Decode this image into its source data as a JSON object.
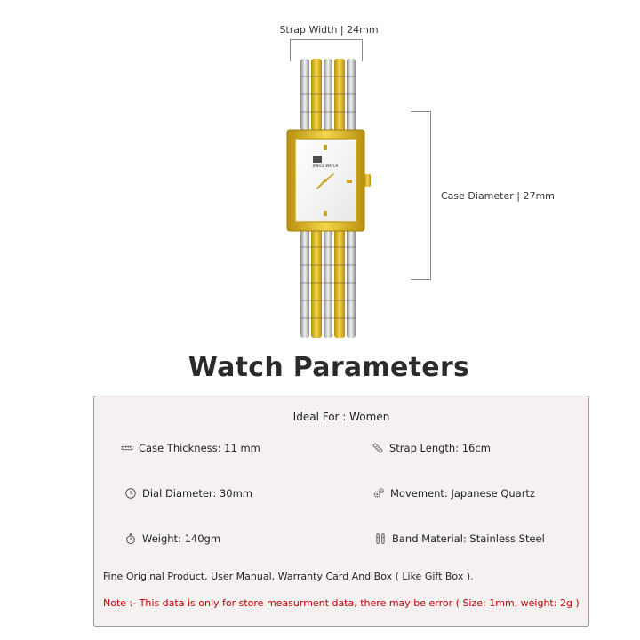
{
  "dimensions": {
    "strap_width": "Strap Width | 24mm",
    "case_diameter": "Case Diameter | 27mm"
  },
  "brand_text": "JANICE WATCH",
  "title": "Watch Parameters",
  "ideal_for": "Ideal For : Women",
  "params": {
    "case_thickness": "Case Thickness:  11 mm",
    "strap_length": "Strap Length:  16cm",
    "dial_diameter": "Dial Diameter:  30mm",
    "movement": "Movement:  Japanese Quartz",
    "weight": "Weight:  140gm",
    "band_material": "Band Material: Stainless Steel"
  },
  "contents_text": "Fine Original Product, User Manual, Warranty Card And Box ( Like Gift Box ).",
  "note_text": "Note :- This data is only for store measurment data, there may be error ( Size: 1mm, weight: 2g )",
  "colors": {
    "gold": "#d9b21c",
    "silver": "#c8c8c8",
    "note_red": "#c00000",
    "box_bg": "#f5f1f1"
  },
  "icons": {
    "case_thickness": "ruler-icon",
    "strap_length": "strap-icon",
    "dial_diameter": "dial-icon",
    "movement": "gears-icon",
    "weight": "stopwatch-icon",
    "band_material": "band-icon"
  }
}
